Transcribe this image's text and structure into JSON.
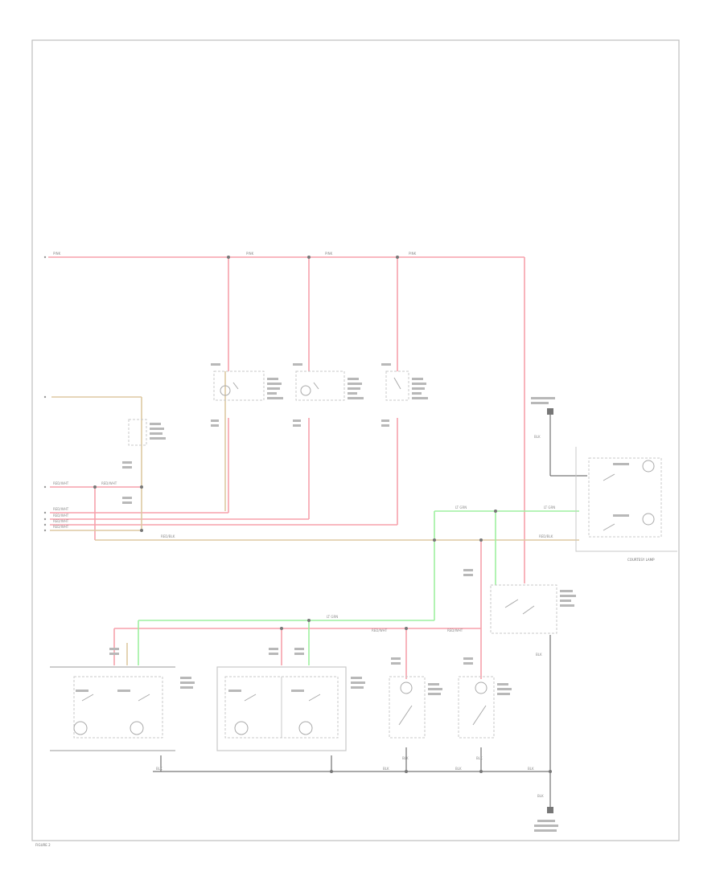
{
  "colors": {
    "pink": "#f7a1ac",
    "tan": "#ddc9a2",
    "green": "#9ef0a0",
    "black": "#404040",
    "frame": "#bdbdbd",
    "component": "#c8c8c8"
  },
  "labels": {
    "wire_pink": "PINK",
    "wire_red_wht": "RED/WHT",
    "wire_lt_grn": "LT GRN",
    "wire_blk": "BLK",
    "wire_red_blk": "RED/BLK",
    "fig_ref": "FIGURE 2",
    "courtesy_lamp": "COURTESY LAMP"
  },
  "icons": {
    "splice": "splice-dot-icon",
    "lamp": "bulb-icon",
    "switch": "switch-icon",
    "ground": "ground-icon"
  }
}
